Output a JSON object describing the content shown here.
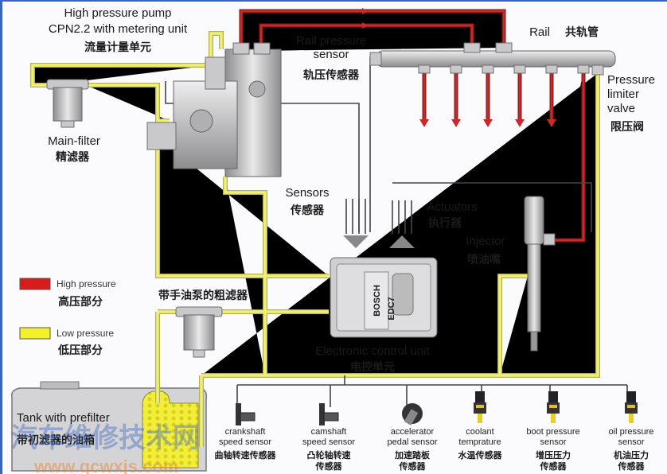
{
  "labels": {
    "pump_line1": "High pressure  pump",
    "pump_line2": "CPN2.2 with metering unit",
    "pump_cn": "流量计量单元",
    "main_filter": "Main-filter",
    "main_filter_cn": "精滤器",
    "rail_sensor_line1": "Rail pressure",
    "rail_sensor_line2": "sensor",
    "rail_sensor_cn": "轨压传感器",
    "rail": "Rail",
    "rail_cn": "共轨管",
    "limiter_line1": "Pressure",
    "limiter_line2": "limiter",
    "limiter_line3": "valve",
    "limiter_cn": "限压阀",
    "sensors": "Sensors",
    "sensors_cn": "传感器",
    "actuators": "Actuators",
    "actuators_cn": "执行器",
    "injector": "Injector",
    "injector_cn": "喷油嘴",
    "coarse_filter_cn": "带手油泵的粗滤器",
    "ecu": "Electronic control unit",
    "ecu_cn": "电控单元",
    "ecu_brand": "BOSCH",
    "ecu_model": "EDC7",
    "tank": "Tank with prefilter",
    "tank_cn": "带初滤器的油箱"
  },
  "legend": [
    {
      "label": "High pressure",
      "label_cn": "高压部分",
      "color": "#d81c1c"
    },
    {
      "label": "Low pressure",
      "label_cn": "低压部分",
      "color": "#f4f02a"
    }
  ],
  "sensors": [
    {
      "line1": "crankshaft",
      "line2": "speed sensor",
      "cn1": "曲轴转速传感器",
      "cn2": "",
      "icon": "speed-sensor-icon"
    },
    {
      "line1": "camshaft",
      "line2": "speed sensor",
      "cn1": "凸轮轴转速",
      "cn2": "传感器",
      "icon": "speed-sensor-icon"
    },
    {
      "line1": "accelerator",
      "line2": "pedal sensor",
      "cn1": "加速踏板",
      "cn2": "传感器",
      "icon": "pedal-sensor-icon"
    },
    {
      "line1": "coolant",
      "line2": "temprature",
      "cn1": "水温传感器",
      "cn2": "",
      "icon": "temperature-sensor-icon"
    },
    {
      "line1": "boot pressure",
      "line2": "sensor",
      "cn1": "增压压力",
      "cn2": "传感器",
      "icon": "pressure-sensor-icon"
    },
    {
      "line1": "oil pressure",
      "line2": "sensor",
      "cn1": "机油压力",
      "cn2": "传感器",
      "icon": "pressure-sensor-icon"
    }
  ],
  "watermark": {
    "cn": "汽车维修技术网",
    "url": "www.qcwxjs.com"
  },
  "colors": {
    "high_pressure": "#c82a2a",
    "low_pressure": "#eef07a",
    "wire": "#444444"
  }
}
